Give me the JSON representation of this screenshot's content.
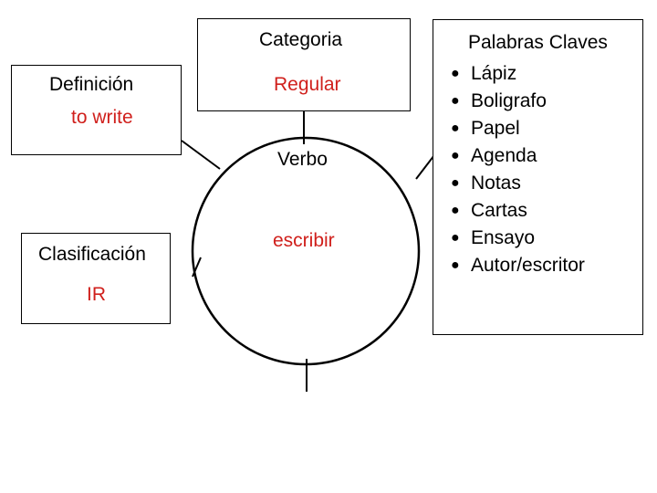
{
  "categoria": {
    "label": "Categoria",
    "value": "Regular"
  },
  "definicion": {
    "label": "Definición",
    "value": "to write"
  },
  "verbo": {
    "label": "Verbo",
    "value": "escribir"
  },
  "clasificacion": {
    "label": "Clasificación",
    "value": "IR"
  },
  "palabras_claves": {
    "title": "Palabras Claves",
    "items": [
      "Lápiz",
      "Boligrafo",
      "Papel",
      "Agenda",
      "Notas",
      "Cartas",
      "Ensayo",
      "Autor/escritor"
    ]
  },
  "colors": {
    "accent": "#d0201c",
    "line": "#000000"
  }
}
